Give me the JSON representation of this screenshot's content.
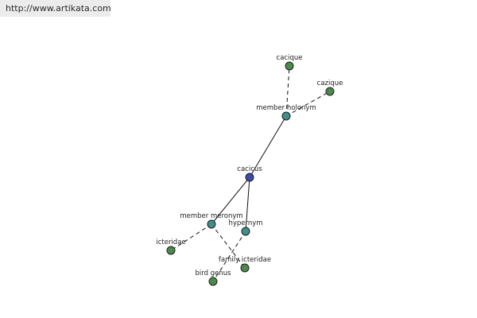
{
  "header": {
    "url": "http://www.artikata.com"
  },
  "graph": {
    "colors": {
      "center": "#3d4aa8",
      "relation": "#3f8f8a",
      "leaf": "#4a8a4a"
    },
    "nodes": [
      {
        "id": "cacicus",
        "label": "cacicus",
        "kind": "center"
      },
      {
        "id": "member-holonym",
        "label": "member holonym",
        "kind": "relation"
      },
      {
        "id": "member-meronym",
        "label": "member meronym",
        "kind": "relation"
      },
      {
        "id": "hypernym",
        "label": "hypernym",
        "kind": "relation"
      },
      {
        "id": "cacique",
        "label": "cacique",
        "kind": "leaf"
      },
      {
        "id": "cazique",
        "label": "cazique",
        "kind": "leaf"
      },
      {
        "id": "icteridae",
        "label": "icteridae",
        "kind": "leaf"
      },
      {
        "id": "family-icteridae",
        "label": "family icteridae",
        "kind": "leaf"
      },
      {
        "id": "bird-genus",
        "label": "bird genus",
        "kind": "leaf"
      }
    ],
    "edges": [
      {
        "from": "cacicus",
        "to": "member-holonym",
        "style": "solid"
      },
      {
        "from": "cacicus",
        "to": "member-meronym",
        "style": "solid"
      },
      {
        "from": "cacicus",
        "to": "hypernym",
        "style": "solid"
      },
      {
        "from": "member-holonym",
        "to": "cacique",
        "style": "dashed"
      },
      {
        "from": "member-holonym",
        "to": "cazique",
        "style": "dashed"
      },
      {
        "from": "member-meronym",
        "to": "icteridae",
        "style": "dashed"
      },
      {
        "from": "member-meronym",
        "to": "family-icteridae",
        "style": "dashed"
      },
      {
        "from": "hypernym",
        "to": "bird-genus",
        "style": "dashed"
      }
    ]
  }
}
